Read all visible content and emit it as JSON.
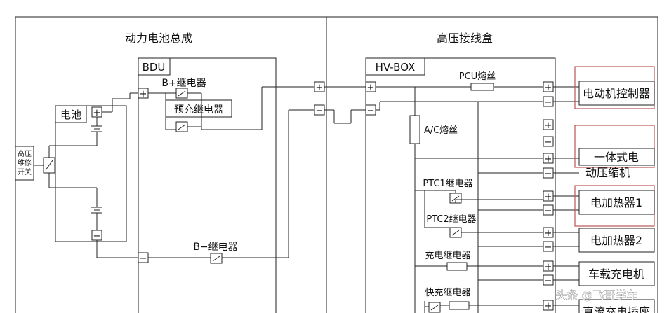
{
  "titles": {
    "battery_pack": "动力电池总成",
    "hv_junction": "高压接线盒"
  },
  "bdu": {
    "label": "BDU",
    "bplus_relay": "B+继电器",
    "precharge_relay": "预充继电器",
    "bminus_relay": "B−继电器"
  },
  "battery": {
    "label": "电池",
    "service_switch": [
      "高压",
      "维修",
      "开关"
    ]
  },
  "hvbox": {
    "label": "HV-BOX",
    "pcu_fuse": "PCU熔丝",
    "ac_fuse": "A/C熔丝",
    "ptc1_relay": "PTC1继电器",
    "ptc2_relay": "PTC2继电器",
    "charge_relay": "充电继电器",
    "fast_charge_relay": "快充继电器"
  },
  "loads": [
    "电动机控制器",
    "一体式电",
    "动压缩机",
    "电加热器1",
    "电加热器2",
    "车载充电机",
    "直流充电插座"
  ],
  "pins": {
    "plus": "+",
    "minus": "−"
  },
  "watermark": "头条 @飞哥学车"
}
